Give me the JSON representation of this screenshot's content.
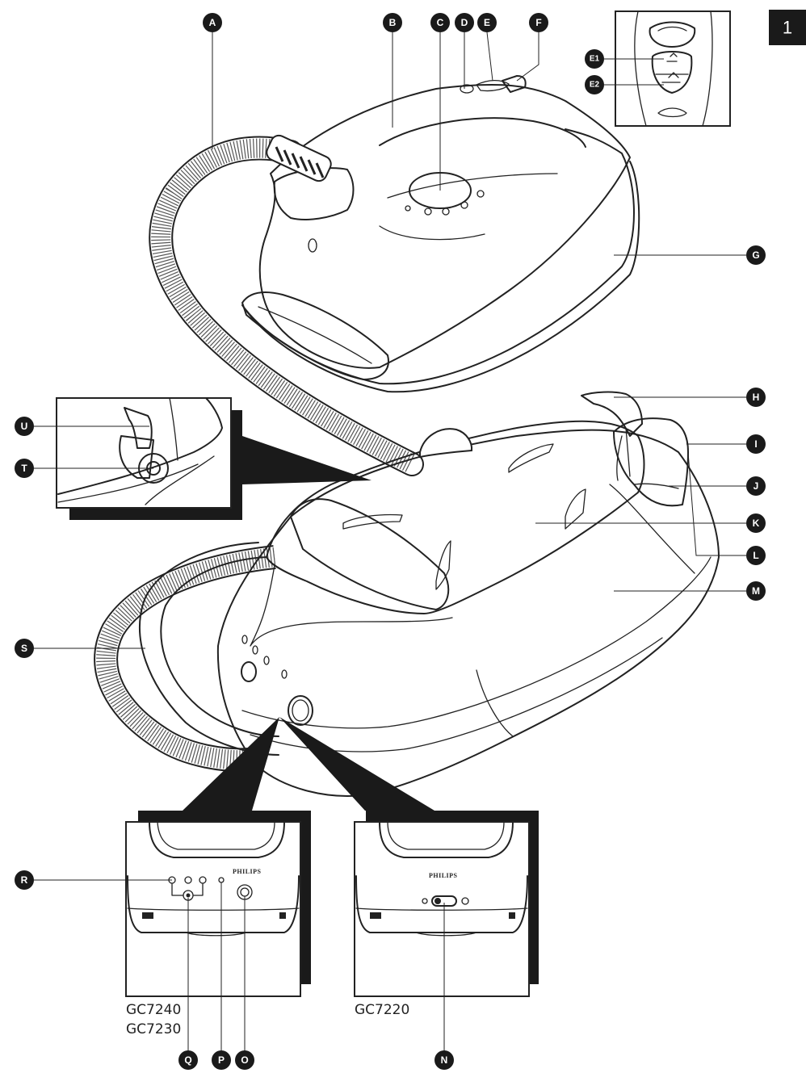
{
  "page_number": "1",
  "brand_label": "PHILIPS",
  "labels": {
    "A": "A",
    "B": "B",
    "C": "C",
    "D": "D",
    "E": "E",
    "F": "F",
    "G": "G",
    "H": "H",
    "I": "I",
    "J": "J",
    "K": "K",
    "L": "L",
    "M": "M",
    "N": "N",
    "O": "O",
    "P": "P",
    "Q": "Q",
    "R": "R",
    "S": "S",
    "T": "T",
    "U": "U",
    "E1": "E1",
    "E2": "E2"
  },
  "models": {
    "left_line1": "GC7240",
    "left_line2": "GC7230",
    "right": "GC7220"
  },
  "colors": {
    "badge": "#1a1a1a",
    "ink": "#222222"
  }
}
